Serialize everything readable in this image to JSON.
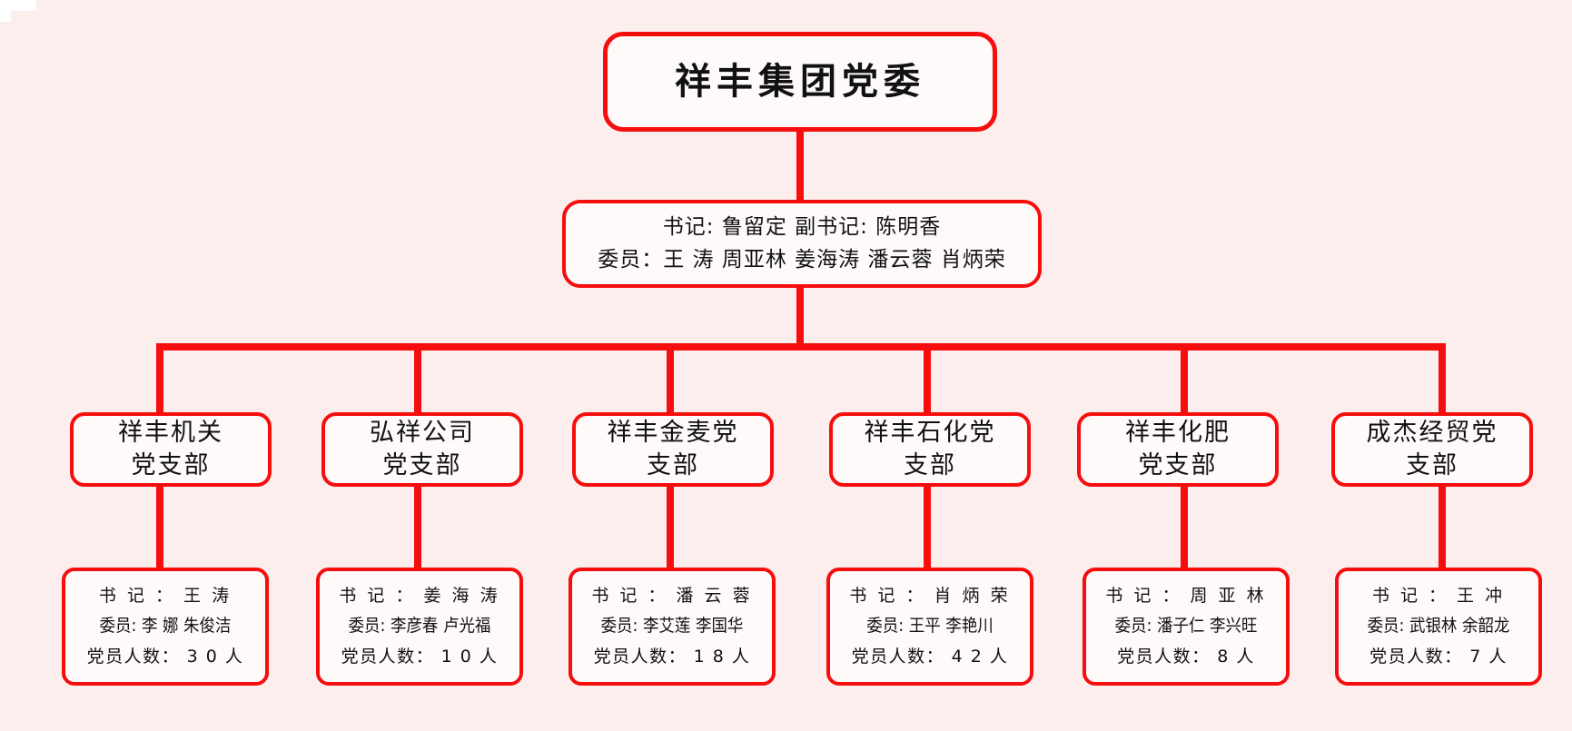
{
  "colors": {
    "background": "#fdeeee",
    "node_fill": "#fffafa",
    "border_red": "#f60d0d",
    "text": "#111111"
  },
  "root": {
    "title": "祥丰集团党委"
  },
  "committee": {
    "line1": "书记: 鲁留定    副书记: 陈明香",
    "line2": "委员：王 涛 周亚林  姜海涛 潘云蓉 肖炳荣"
  },
  "branches": [
    {
      "name_line1": "祥丰机关",
      "name_line2": "党支部",
      "secretary": "书 记 ： 王 涛",
      "members": "委员: 李 娜  朱俊洁",
      "count": "党员人数： 3 0 人"
    },
    {
      "name_line1": "弘祥公司",
      "name_line2": "党支部",
      "secretary": "书 记 ： 姜 海 涛",
      "members": "委员: 李彦春  卢光福",
      "count": "党员人数： 1 0 人"
    },
    {
      "name_line1": "祥丰金麦党",
      "name_line2": "支部",
      "secretary": "书 记 ： 潘 云 蓉",
      "members": "委员: 李艾莲  李国华",
      "count": "党员人数： 1 8 人"
    },
    {
      "name_line1": "祥丰石化党",
      "name_line2": "支部",
      "secretary": "书 记 ： 肖 炳 荣",
      "members": "委员: 王平    李艳川",
      "count": "党员人数： 4 2 人"
    },
    {
      "name_line1": "祥丰化肥",
      "name_line2": "党支部",
      "secretary": "书 记 ： 周 亚 林",
      "members": "委员: 潘子仁  李兴旺",
      "count": "党员人数： 8 人"
    },
    {
      "name_line1": "成杰经贸党",
      "name_line2": "支部",
      "secretary": "书 记 ： 王 冲",
      "members": "委员: 武银林  余韶龙",
      "count": "党员人数： 7 人"
    }
  ]
}
